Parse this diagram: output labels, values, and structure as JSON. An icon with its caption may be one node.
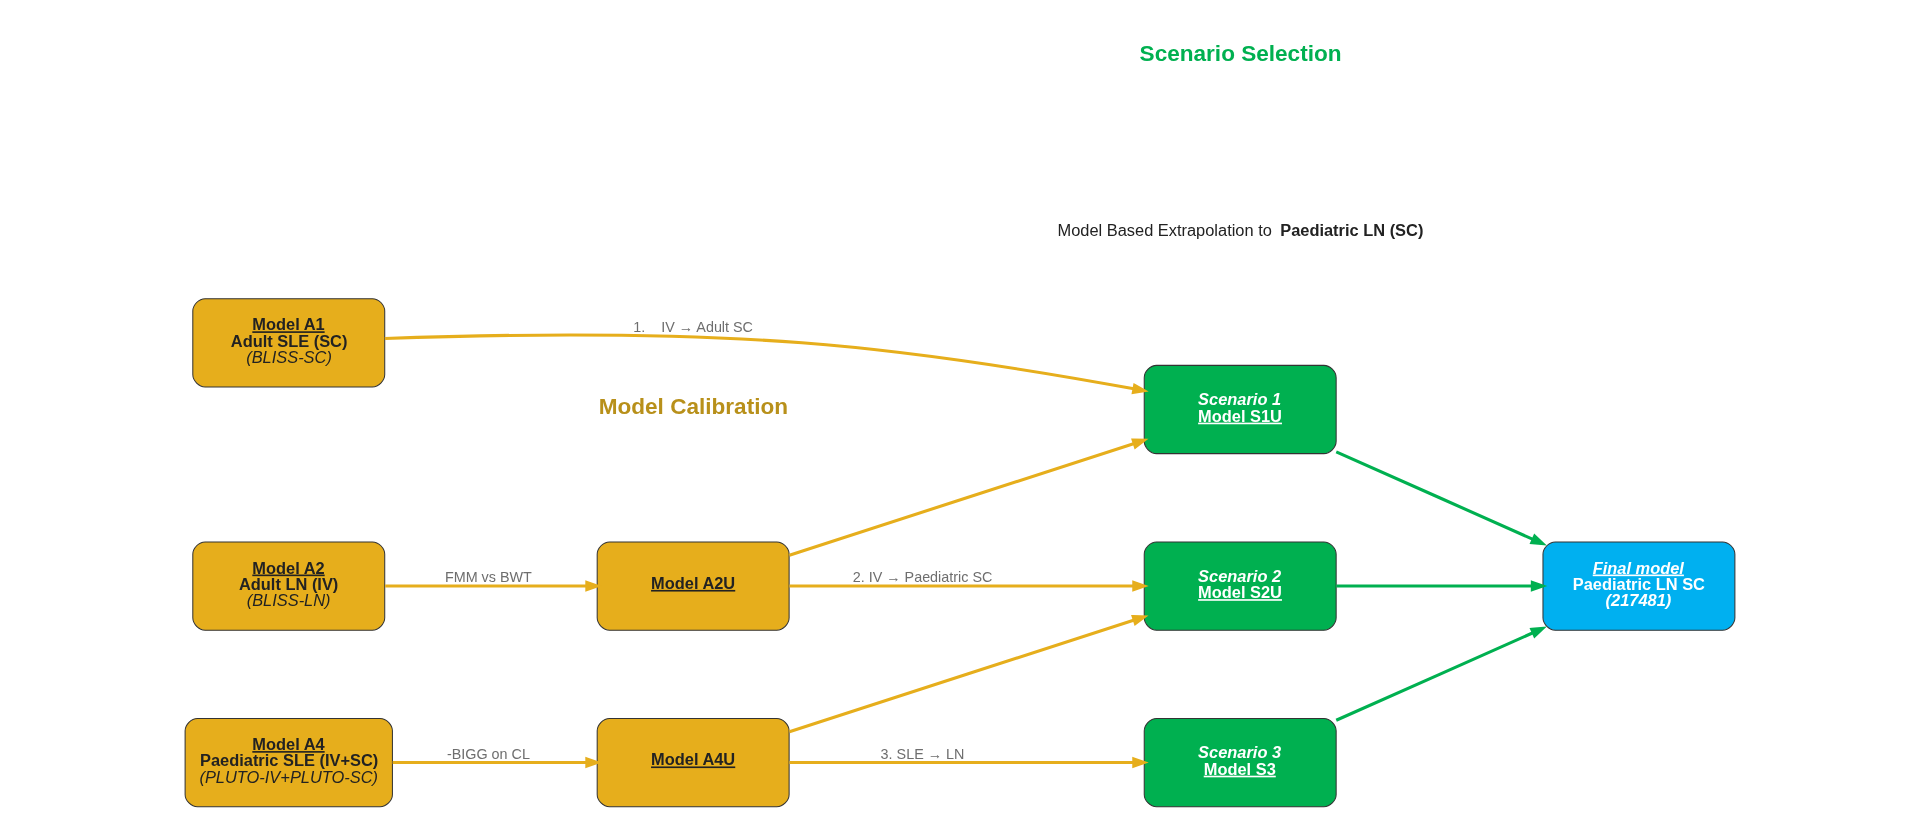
{
  "diagram": {
    "nodes": [
      {
        "text": [
          "Model A1",
          "Adult SLE (SC)",
          "(BLISS-SC)"
        ]
      },
      {
        "text": [
          "Model A2",
          "Adult LN (IV)",
          "(BLISS-LN)"
        ]
      },
      {
        "text": [
          "Model A2U"
        ]
      },
      {
        "text": [
          "Model A4",
          "Paediatric SLE (IV+SC)",
          "(PLUTO-IV+PLUTO-SC)"
        ]
      },
      {
        "text": [
          "Model A4U"
        ]
      },
      {
        "text": [
          "Scenario 1",
          "Model S1U"
        ]
      },
      {
        "text": [
          "Scenario 2",
          "Model S2U"
        ]
      },
      {
        "text": [
          "Scenario 3",
          "Model S3"
        ]
      },
      {
        "text": [
          "Final model",
          "Paediatric LN SC",
          "(217481)"
        ]
      }
    ],
    "edges": [
      {
        "from": 1,
        "to": 2,
        "arrow": "to",
        "label": "FMM vs BWT"
      },
      {
        "from": 3,
        "to": 4,
        "arrow": "to",
        "label": "-BIGG on CL"
      },
      {
        "from": 0,
        "to": 5,
        "arrow": "to",
        "label": "1.    IV → Adult SC"
      },
      {
        "from": 2,
        "to": 5,
        "arrow": "to"
      },
      {
        "from": 2,
        "to": 6,
        "arrow": "to",
        "label": "2. IV → Paediatric SC"
      },
      {
        "from": 4,
        "to": 6,
        "arrow": "to"
      },
      {
        "from": 4,
        "to": 7,
        "arrow": "to",
        "label": "3. SLE → LN"
      },
      {
        "from": 5,
        "to": 8,
        "arrow": "to",
        "color": "#00b050"
      },
      {
        "from": 6,
        "to": 8,
        "arrow": "to",
        "color": "#00b050"
      },
      {
        "from": 7,
        "to": 8,
        "arrow": "to",
        "color": "#00b050"
      }
    ],
    "labels": [
      "Model Calibration",
      "Scenario Selection",
      "Model Based Extrapolation to **Paediatric LN (SC)**"
    ]
  }
}
